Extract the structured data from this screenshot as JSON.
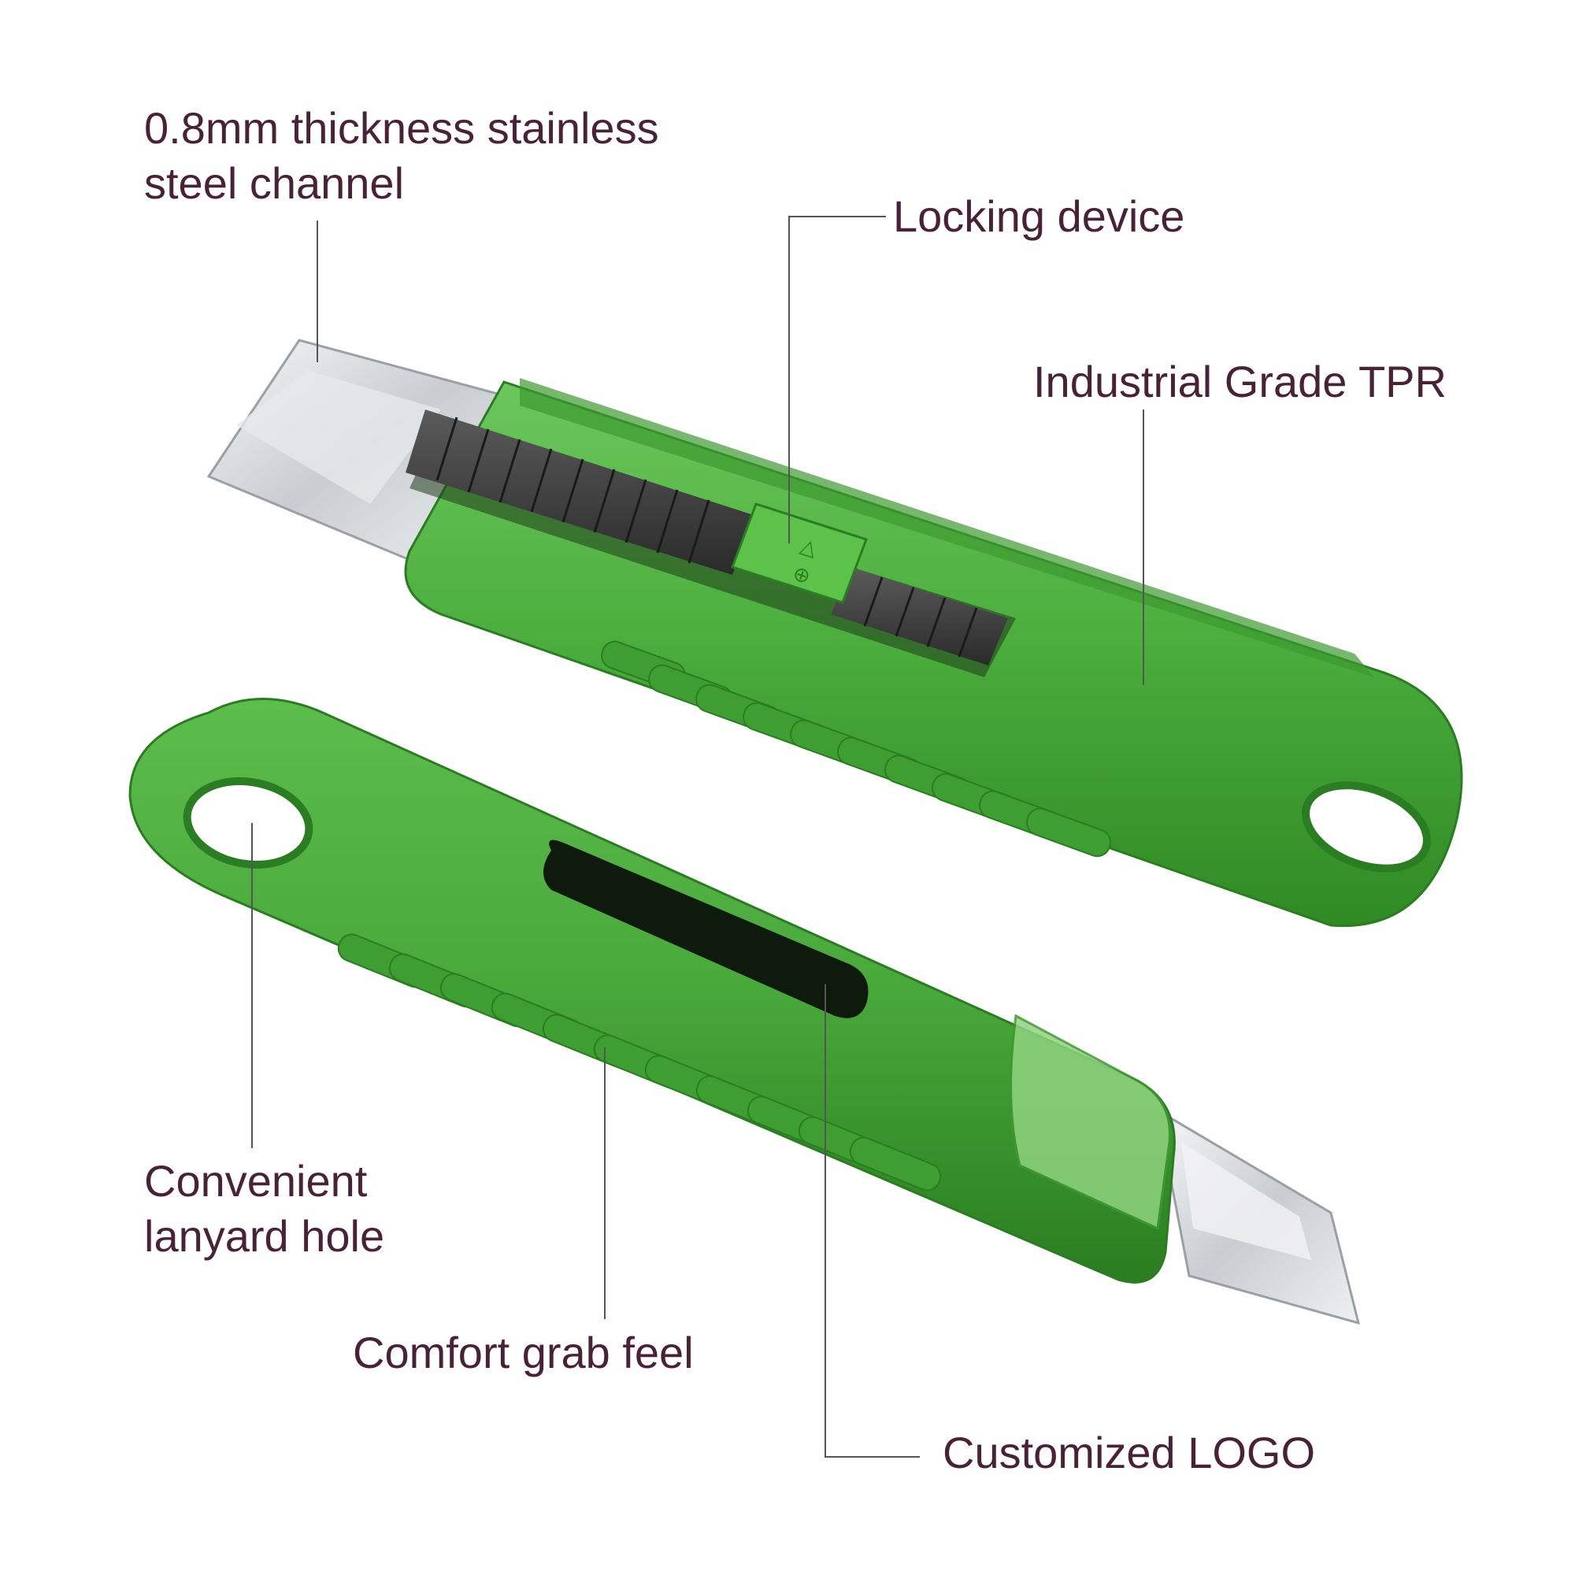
{
  "callouts": {
    "steel_channel": {
      "lines": [
        "0.8mm thickness stainless",
        "steel channel"
      ]
    },
    "locking_device": {
      "lines": [
        "Locking device"
      ]
    },
    "tpr": {
      "lines": [
        "Industrial Grade TPR"
      ]
    },
    "lanyard_hole": {
      "lines": [
        "Convenient",
        "lanyard hole"
      ]
    },
    "comfort_grab": {
      "lines": [
        "Comfort grab feel"
      ]
    },
    "custom_logo": {
      "lines": [
        "Customized LOGO"
      ]
    }
  },
  "colors": {
    "label_text": "#4a2238",
    "leader_line": "#555555",
    "handle_green": "#4caf3e",
    "handle_dark_green": "#2e7d22",
    "handle_light_green": "#8fd37f",
    "slider_gray": "#3a3a3a",
    "blade_steel": "#d9dde0"
  }
}
